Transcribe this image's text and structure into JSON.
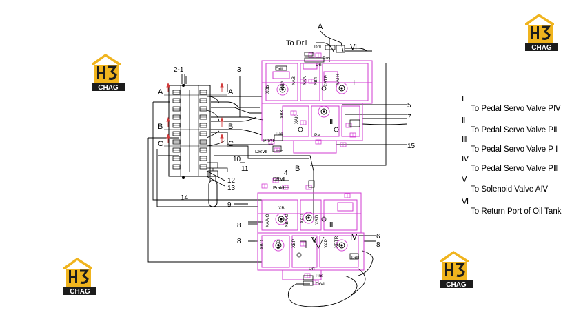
{
  "diagram": {
    "colors": {
      "valve": "#d23bd2",
      "line": "#000000",
      "logo_gold": "#f0b41e",
      "logo_dark": "#1c1c1c"
    },
    "top_label": "A",
    "to_dr": "To DrⅡ",
    "vi_mark": "Ⅵ",
    "callouts": {
      "c2_1": "2-1",
      "c3": "3",
      "c4": "4",
      "c5": "5",
      "c6": "6",
      "c7": "7",
      "c8a": "8",
      "c8b": "8",
      "c8c": "8",
      "c9": "9",
      "c10": "10",
      "c11": "11",
      "c12": "12",
      "c13": "13",
      "c14": "14",
      "c15": "15"
    },
    "block_letters": {
      "a_left": "A",
      "a_right": "A",
      "b_left": "B",
      "b_right": "B",
      "b_mid": "B",
      "c_left": "C",
      "c_right": "C"
    },
    "ports_upper": {
      "dr2": "DrⅡ",
      "dr1": "DrⅠ",
      "pns": "Pns",
      "drIII": "DrⅢ",
      "xbb": "XBb",
      "xba": "XBA",
      "xab": "XAB",
      "xbtr": "XBTR",
      "xatr": "XATR",
      "xb4": "XB4",
      "xaa": "XAA",
      "xbk": "XBK",
      "xak": "XAK",
      "roman_1": "Ⅰ",
      "roman_2": "Ⅱ",
      "pna2": "PnAⅡ",
      "drvii": "DRⅦ",
      "pa2": "PaⅡ",
      "pa": "Pa"
    },
    "ports_lower": {
      "drvii": "DRⅦ",
      "pna2": "PnAⅡ",
      "xbl": "XBL",
      "xba_o": "XBA O",
      "xaa_o": "XAA O",
      "xbtl": "XBTL",
      "xatl": "XATL",
      "roman_3": "Ⅲ",
      "roman_4": "Ⅳ",
      "roman_5": "Ⅴ",
      "xbo": "XBO",
      "xao": "XAO",
      "xbp": "XBP",
      "xap": "XAP",
      "xbtr": "XBTR",
      "dr1": "DrⅠ",
      "pns": "Pns",
      "drvi": "DrⅥ",
      "driii": "DrⅢ"
    }
  },
  "legend": [
    {
      "numeral": "Ⅰ",
      "text": "To Pedal Servo Valve PⅣ"
    },
    {
      "numeral": "Ⅱ",
      "text": "To Pedal Servo Valve PⅡ"
    },
    {
      "numeral": "Ⅲ",
      "text": "To Pedal Servo Valve P Ⅰ"
    },
    {
      "numeral": "Ⅳ",
      "text": "To Pedal Servo Valve PⅢ"
    },
    {
      "numeral": "Ⅴ",
      "text": "To Solenoid Valve AⅣ"
    },
    {
      "numeral": "Ⅵ",
      "text": "To Return Port of Oil Tank"
    }
  ],
  "logos": [
    {
      "name": "logo-top-left",
      "text": "CHAG"
    },
    {
      "name": "logo-top-right",
      "text": "CHAG"
    },
    {
      "name": "logo-bottom-left",
      "text": "CHAG"
    },
    {
      "name": "logo-bottom-right",
      "text": "CHAG"
    }
  ]
}
